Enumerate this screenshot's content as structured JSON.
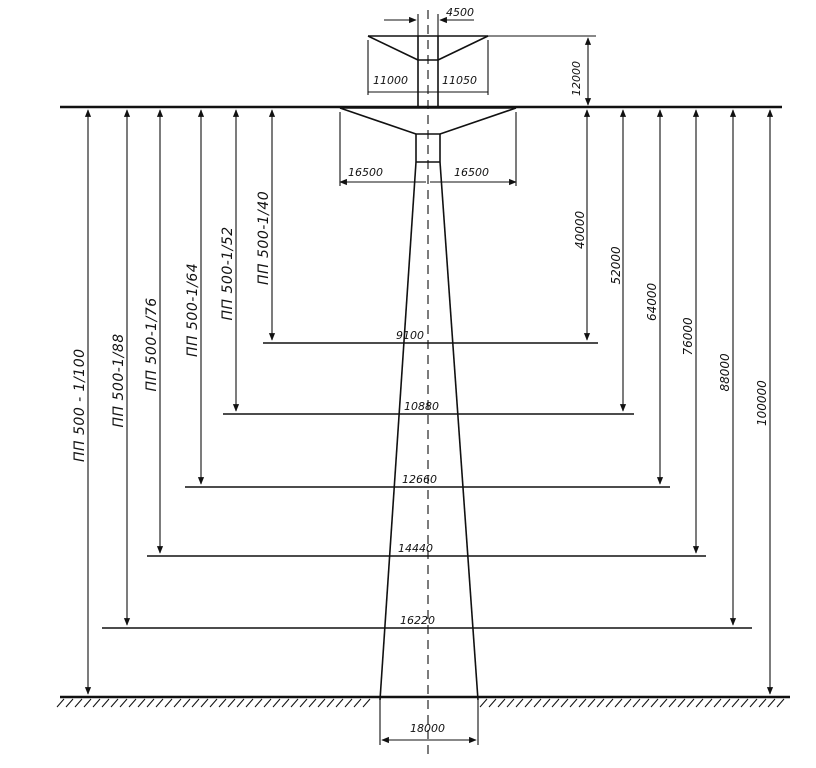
{
  "top_dims": {
    "crossarm_gap": "4500",
    "top_arm_left": "11000",
    "top_arm_right": "11050",
    "top_height": "12000",
    "lower_arm_left": "16500",
    "lower_arm_right": "16500",
    "base_width": "18000"
  },
  "levels": [
    {
      "key": "l40",
      "width": "9100",
      "height": "40000",
      "type": "ПП 500-1/40"
    },
    {
      "key": "l52",
      "width": "10880",
      "height": "52000",
      "type": "ПП 500-1/52"
    },
    {
      "key": "l64",
      "width": "12660",
      "height": "64000",
      "type": "ПП 500-1/64"
    },
    {
      "key": "l76",
      "width": "14440",
      "height": "76000",
      "type": "ПП 500-1/76"
    },
    {
      "key": "l88",
      "width": "16220",
      "height": "88000",
      "type": "ПП 500-1/88"
    },
    {
      "key": "l100",
      "width": "",
      "height": "100000",
      "type": "ПП 500 - 1/100"
    }
  ]
}
